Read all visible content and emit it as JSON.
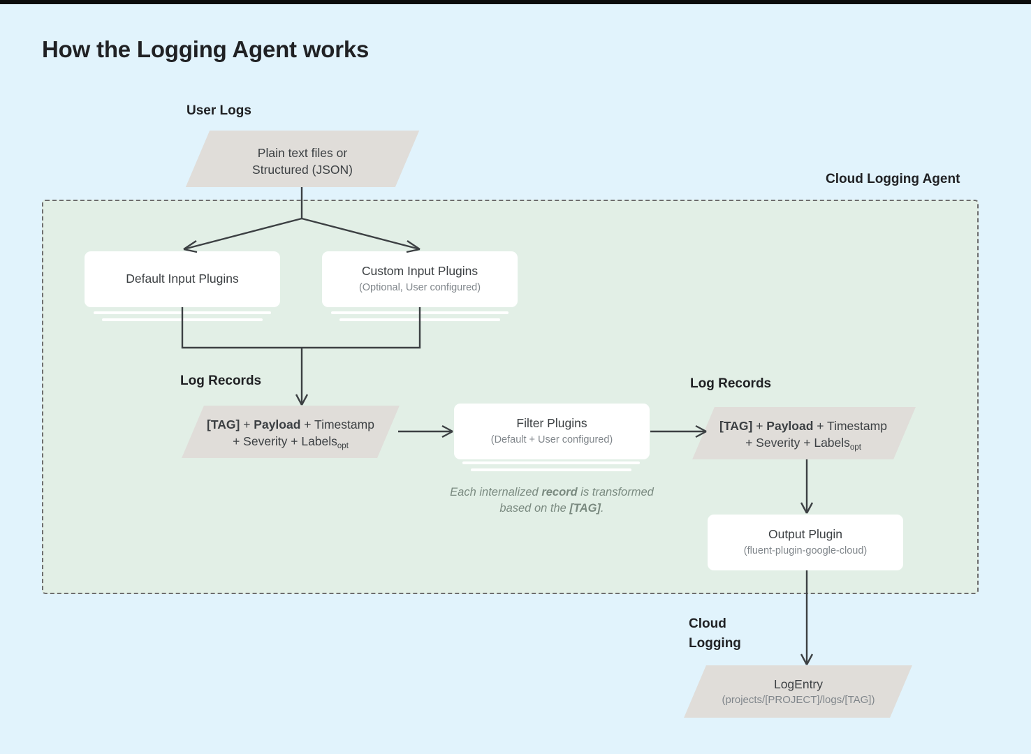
{
  "page": {
    "title": "How the Logging Agent works",
    "background_color": "#e1f3fc",
    "agent_zone_color": "#e2efe6",
    "node_color": "#ffffff",
    "parallelogram_color": "#e0ddd9",
    "connector_color": "#3c4043"
  },
  "labels": {
    "user_logs": "User Logs",
    "cloud_logging_agent": "Cloud Logging Agent",
    "log_records_left": "Log Records",
    "log_records_right": "Log Records",
    "cloud_logging": "Cloud\nLogging",
    "cloud_logging_line1": "Cloud",
    "cloud_logging_line2": "Logging"
  },
  "nodes": {
    "user_logs_source": {
      "shape": "parallelogram",
      "line1": "Plain text files or",
      "line2": "Structured (JSON)"
    },
    "default_input_plugins": {
      "shape": "rounded-box-stacked",
      "title": "Default Input Plugins",
      "subtitle": ""
    },
    "custom_input_plugins": {
      "shape": "rounded-box-stacked",
      "title": "Custom Input Plugins",
      "subtitle": "(Optional, User configured)"
    },
    "log_record_left": {
      "shape": "parallelogram",
      "line1_parts": [
        "[TAG]",
        " + ",
        "Payload",
        " + Timestamp"
      ],
      "line1_bold": [
        "[TAG]",
        "Payload"
      ],
      "line2": "+ Severity + Labels",
      "line2_subscript": "opt"
    },
    "filter_plugins": {
      "shape": "rounded-box-stacked",
      "title": "Filter Plugins",
      "subtitle": "(Default + User configured)"
    },
    "log_record_right": {
      "shape": "parallelogram",
      "line1_parts": [
        "[TAG]",
        " + ",
        "Payload",
        " + Timestamp"
      ],
      "line1_bold": [
        "[TAG]",
        "Payload"
      ],
      "line2": "+ Severity + Labels",
      "line2_subscript": "opt"
    },
    "output_plugin": {
      "shape": "rounded-box",
      "title": "Output Plugin",
      "subtitle": "(fluent-plugin-google-cloud)"
    },
    "log_entry": {
      "shape": "parallelogram",
      "title": "LogEntry",
      "subtitle": "(projects/[PROJECT]/logs/[TAG])"
    }
  },
  "captions": {
    "filter_note_line1_a": "Each internalized ",
    "filter_note_line1_b": "record",
    "filter_note_line1_c": " is",
    "filter_note_line2_a": "transformed based on the ",
    "filter_note_line2_b": "[TAG]",
    "filter_note_line2_c": "."
  },
  "flow": {
    "edges": [
      {
        "from": "user_logs_source",
        "to": "default_input_plugins",
        "style": "split-arrow"
      },
      {
        "from": "user_logs_source",
        "to": "custom_input_plugins",
        "style": "split-arrow"
      },
      {
        "from": "default_input_plugins",
        "to": "log_record_left",
        "style": "merge-arrow"
      },
      {
        "from": "custom_input_plugins",
        "to": "log_record_left",
        "style": "merge-arrow"
      },
      {
        "from": "log_record_left",
        "to": "filter_plugins",
        "style": "arrow-right"
      },
      {
        "from": "filter_plugins",
        "to": "log_record_right",
        "style": "arrow-right"
      },
      {
        "from": "log_record_right",
        "to": "output_plugin",
        "style": "arrow-down"
      },
      {
        "from": "output_plugin",
        "to": "log_entry",
        "style": "arrow-down"
      }
    ]
  }
}
